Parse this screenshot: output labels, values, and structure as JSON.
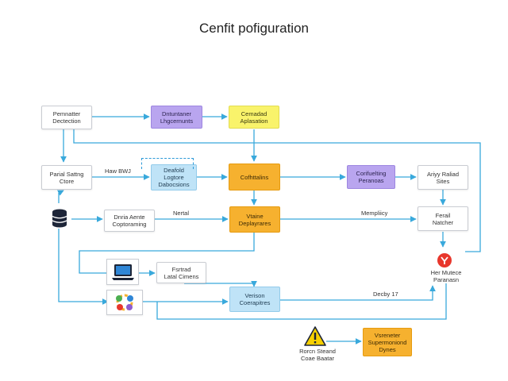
{
  "title": "Cenfit pofiguration",
  "nodes": {
    "perimeter": "Pemnatter\nDectection",
    "detachment": "Dntuntaner\nLhgcernunts",
    "demand": "Cemadad\nAplasation",
    "partial": "Parial Sattng\nCtore",
    "default": "Deafold\nLogtore\nDabocsions",
    "cont": "Cofhttalins",
    "conflicting": "Corifuelting\nPeranoas",
    "apply": "Ariyy Raliad\nSites",
    "dispatch": "Dnria Aente\nCoptoraming",
    "visitor": "Vtaine\nDeplayrares",
    "retail": "Ferail\nNatcher",
    "factory": "Fsrtrad\nLatal Cimens",
    "heat": "Her Mutece\nParanasn",
    "version": "Verison\nCoerapitres",
    "vender": "Vsreneter\nSupermoniond\nDynes",
    "alert": "Rorcn Steand\nCoae Baatar"
  },
  "edge_labels": {
    "hdw": "Haw BWJ",
    "nertal": "Nertal",
    "memplicy": "Mempliicy",
    "decby": "Decby 17"
  },
  "colors": {
    "connector": "#39a9dc",
    "purple": "#b9a5ef",
    "yellow": "#f9f36b",
    "blue": "#bfe3f7",
    "orange": "#f6b12f",
    "alert": "#e8372c"
  },
  "icons": [
    "database-icon",
    "laptop-icon",
    "gear-cluster-icon",
    "alert-icon",
    "warning-icon"
  ]
}
